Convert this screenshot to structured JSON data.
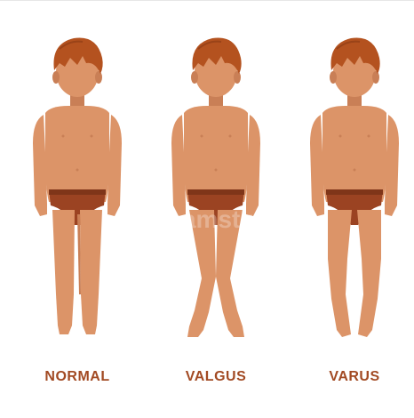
{
  "labels": [
    "NORMAL",
    "VALGUS",
    "VARUS"
  ],
  "watermark": "dreamstime",
  "colors": {
    "skin": "#dc9468",
    "skin_shadow": "#c97f56",
    "hair": "#b4521f",
    "hair_dark": "#9a4318",
    "briefs": "#9b4322",
    "briefs_dark": "#7f3519",
    "label": "#a24a23"
  }
}
